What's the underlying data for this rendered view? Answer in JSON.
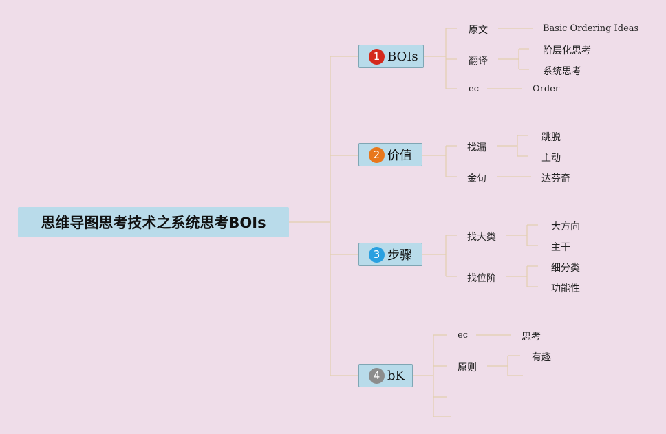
{
  "root": "思维导图思考技术之系统思考BOIs",
  "colors": {
    "background": "#efdde9",
    "node_fill": "#b8dbea",
    "connector": "#e2cfae",
    "badge_1": "#d4291c",
    "badge_2": "#e8771c",
    "badge_3": "#2aa0e0",
    "badge_4": "#8c8c8c"
  },
  "branches": [
    {
      "badge": "1",
      "label": "BOIs",
      "children": [
        {
          "label": "原文",
          "children": [
            {
              "label": "Basic Ordering Ideas"
            }
          ]
        },
        {
          "label": "翻译",
          "children": [
            {
              "label": "阶层化思考"
            },
            {
              "label": "系统思考"
            }
          ]
        },
        {
          "label": "ec",
          "children": [
            {
              "label": "Order"
            }
          ]
        }
      ]
    },
    {
      "badge": "2",
      "label": "价值",
      "children": [
        {
          "label": "找漏",
          "children": [
            {
              "label": "跳脱"
            },
            {
              "label": "主动"
            }
          ]
        },
        {
          "label": "金句",
          "children": [
            {
              "label": "达芬奇"
            }
          ]
        }
      ]
    },
    {
      "badge": "3",
      "label": "步骤",
      "children": [
        {
          "label": "找大类",
          "children": [
            {
              "label": "大方向"
            },
            {
              "label": "主干"
            }
          ]
        },
        {
          "label": "找位阶",
          "children": [
            {
              "label": "细分类"
            },
            {
              "label": "功能性"
            }
          ]
        }
      ]
    },
    {
      "badge": "4",
      "label": "bK",
      "children": [
        {
          "label": "ec",
          "children": [
            {
              "label": "思考"
            }
          ]
        },
        {
          "label": "原则",
          "children": [
            {
              "label": "有趣"
            },
            {
              "label": ""
            }
          ]
        },
        {
          "label": ""
        },
        {
          "label": ""
        }
      ]
    }
  ]
}
